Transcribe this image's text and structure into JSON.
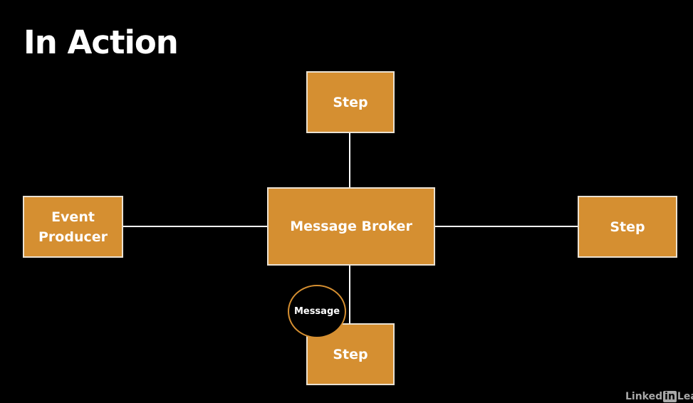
{
  "slide": {
    "title": "In Action"
  },
  "nodes": {
    "event_producer": {
      "line1": "Event",
      "line2": "Producer"
    },
    "message_broker": {
      "label": "Message Broker"
    },
    "step_top": {
      "label": "Step"
    },
    "step_right": {
      "label": "Step"
    },
    "step_bottom": {
      "label": "Step"
    }
  },
  "message_badge": {
    "label": "Message"
  },
  "watermark": {
    "linked": "Linked",
    "in": "in",
    "learning": "Lea"
  },
  "colors": {
    "background": "#000000",
    "node_fill": "#d58f31",
    "node_border": "#eae1d2",
    "connector": "#ffffff",
    "text": "#ffffff"
  }
}
